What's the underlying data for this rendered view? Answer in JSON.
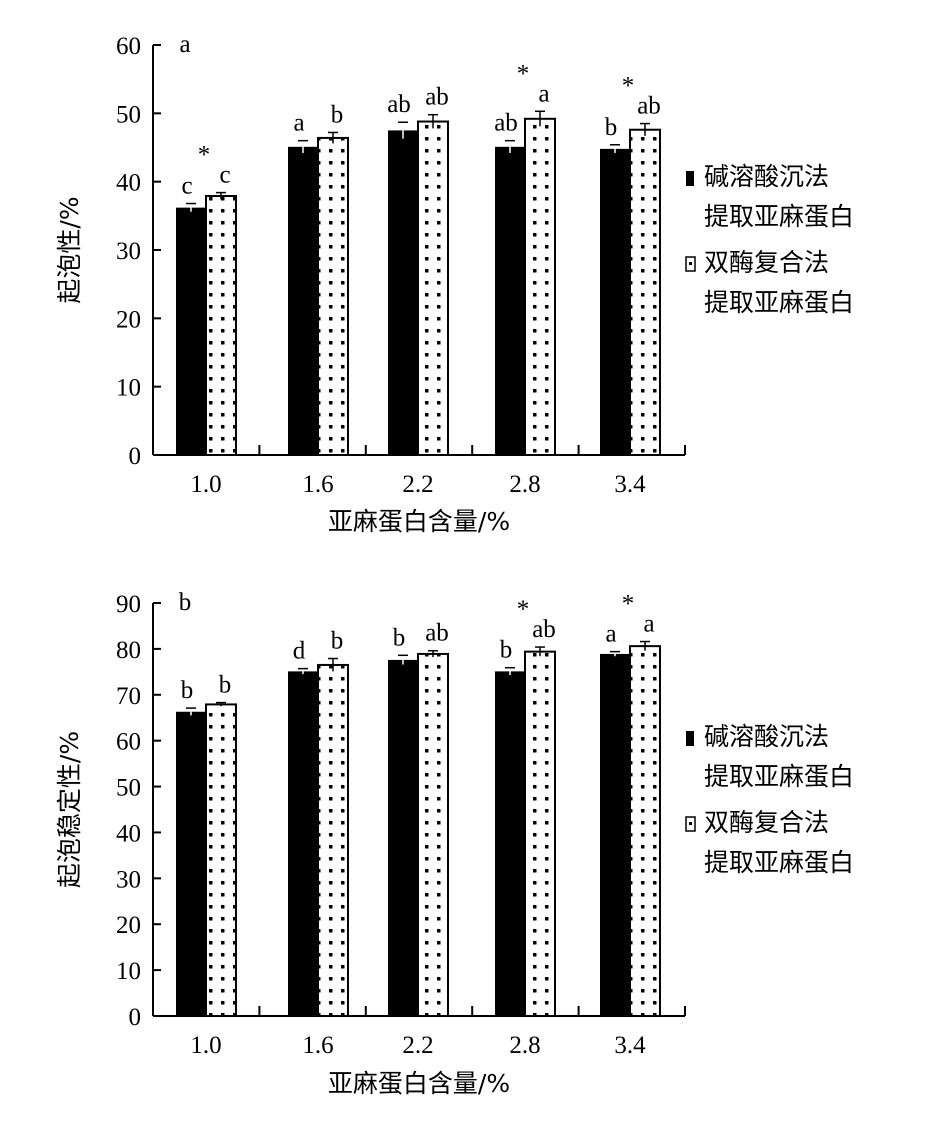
{
  "chart_data": [
    {
      "type": "bar",
      "title": "",
      "xlabel": "亚麻蛋白含量/%",
      "ylabel": "起泡性/%",
      "ylim": [
        0,
        60
      ],
      "yticks": [
        "0",
        "10",
        "20",
        "30",
        "40",
        "50",
        "60"
      ],
      "categories": [
        "1.0",
        "1.6",
        "2.2",
        "2.8",
        "3.4"
      ],
      "legend": {
        "placement": "right",
        "entries": [
          "碱溶酸沉法\n提取亚麻蛋白",
          "双酶复合法\n提取亚麻蛋白"
        ]
      },
      "series": [
        {
          "name": "碱溶酸沉法提取亚麻蛋白",
          "fill": "#000000",
          "values": [
            36.2,
            45.1,
            47.5,
            45.1,
            44.8
          ],
          "errors": [
            0.6,
            0.9,
            1.2,
            0.9,
            0.6
          ],
          "labels": [
            "c",
            "a",
            "ab",
            "ab",
            "b"
          ],
          "stars": [
            false,
            false,
            false,
            false,
            false
          ]
        },
        {
          "name": "双酶复合法提取亚麻蛋白",
          "fill": "dotted",
          "values": [
            37.9,
            46.4,
            48.8,
            49.2,
            47.6
          ],
          "errors": [
            0.5,
            0.8,
            1.0,
            1.1,
            0.9
          ],
          "labels": [
            "c",
            "b",
            "ab",
            "a",
            "ab"
          ],
          "stars": [
            true,
            false,
            false,
            true,
            true
          ]
        }
      ],
      "corner_annotation": "a"
    },
    {
      "type": "bar",
      "title": "",
      "xlabel": "亚麻蛋白含量/%",
      "ylabel": "起泡稳定性/%",
      "ylim": [
        0,
        90
      ],
      "yticks": [
        "0",
        "10",
        "20",
        "30",
        "40",
        "50",
        "60",
        "70",
        "80",
        "90"
      ],
      "categories": [
        "1.0",
        "1.6",
        "2.2",
        "2.8",
        "3.4"
      ],
      "legend": {
        "placement": "right",
        "entries": [
          "碱溶酸沉法\n提取亚麻蛋白",
          "双酶复合法\n提取亚麻蛋白"
        ]
      },
      "series": [
        {
          "name": "碱溶酸沉法提取亚麻蛋白",
          "fill": "#000000",
          "values": [
            66.3,
            75.1,
            77.6,
            75.1,
            78.9
          ],
          "errors": [
            0.8,
            0.6,
            1.0,
            0.8,
            0.5
          ],
          "labels": [
            "b",
            "d",
            "b",
            "b",
            "a"
          ],
          "stars": [
            false,
            false,
            false,
            false,
            false
          ]
        },
        {
          "name": "双酶复合法提取亚麻蛋白",
          "fill": "dotted",
          "values": [
            67.9,
            76.5,
            78.9,
            79.4,
            80.6
          ],
          "errors": [
            0.4,
            1.4,
            0.7,
            1.0,
            1.0
          ],
          "labels": [
            "b",
            "b",
            "ab",
            "ab",
            "a"
          ],
          "stars": [
            false,
            false,
            false,
            true,
            true
          ]
        }
      ],
      "corner_annotation": "b"
    }
  ]
}
